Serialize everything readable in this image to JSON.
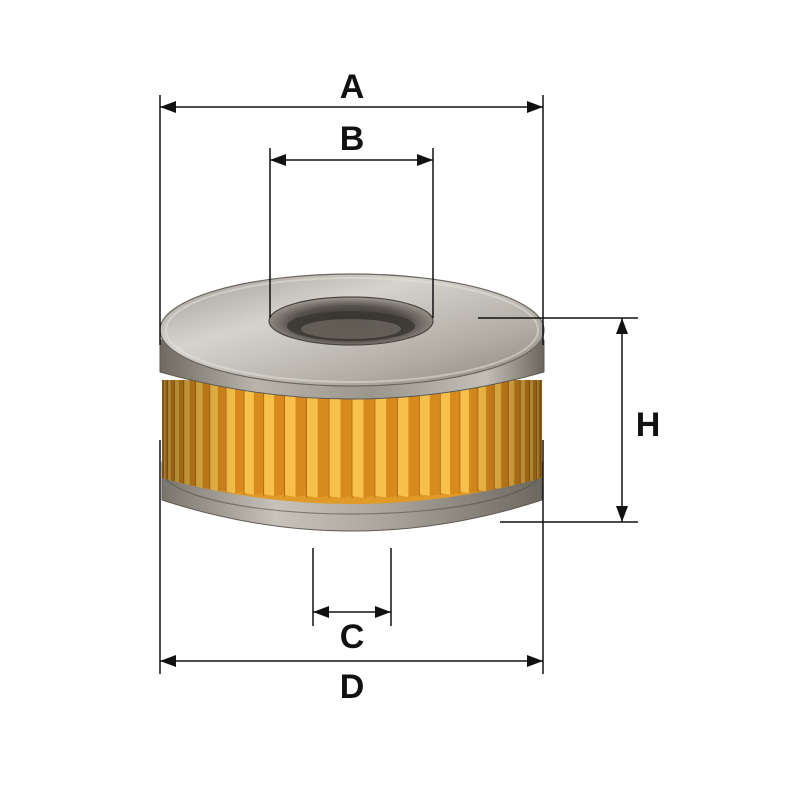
{
  "dimensions": {
    "a": {
      "label": "A"
    },
    "b": {
      "label": "B"
    },
    "c": {
      "label": "C"
    },
    "d": {
      "label": "D"
    },
    "h": {
      "label": "H"
    }
  },
  "colors": {
    "line": "#111111",
    "pleat_light": "#f7c04a",
    "pleat_dark": "#d98a1c",
    "metal_light": "#c9c6c0",
    "metal_dark": "#7a756c",
    "background": "#ffffff"
  }
}
